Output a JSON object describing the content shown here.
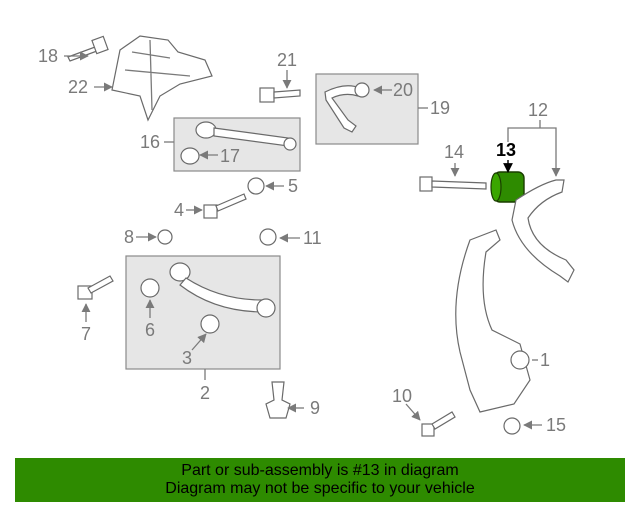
{
  "callouts": {
    "n1": "1",
    "n2": "2",
    "n3": "3",
    "n4": "4",
    "n5": "5",
    "n6": "6",
    "n7": "7",
    "n8": "8",
    "n9": "9",
    "n10": "10",
    "n11": "11",
    "n12": "12",
    "n13": "13",
    "n14": "14",
    "n15": "15",
    "n16": "16",
    "n17": "17",
    "n18": "18",
    "n19": "19",
    "n20": "20",
    "n21": "21",
    "n22": "22"
  },
  "highlighted_part": "13",
  "footer": {
    "line1": "Part or sub-assembly is #13 in diagram",
    "line2": "Diagram may not be specific to your vehicle"
  },
  "colors": {
    "highlight": "#2e8b00",
    "footer_bg": "#2e8b00",
    "box_fill": "#e6e6e6",
    "line": "#7a7a7a"
  }
}
